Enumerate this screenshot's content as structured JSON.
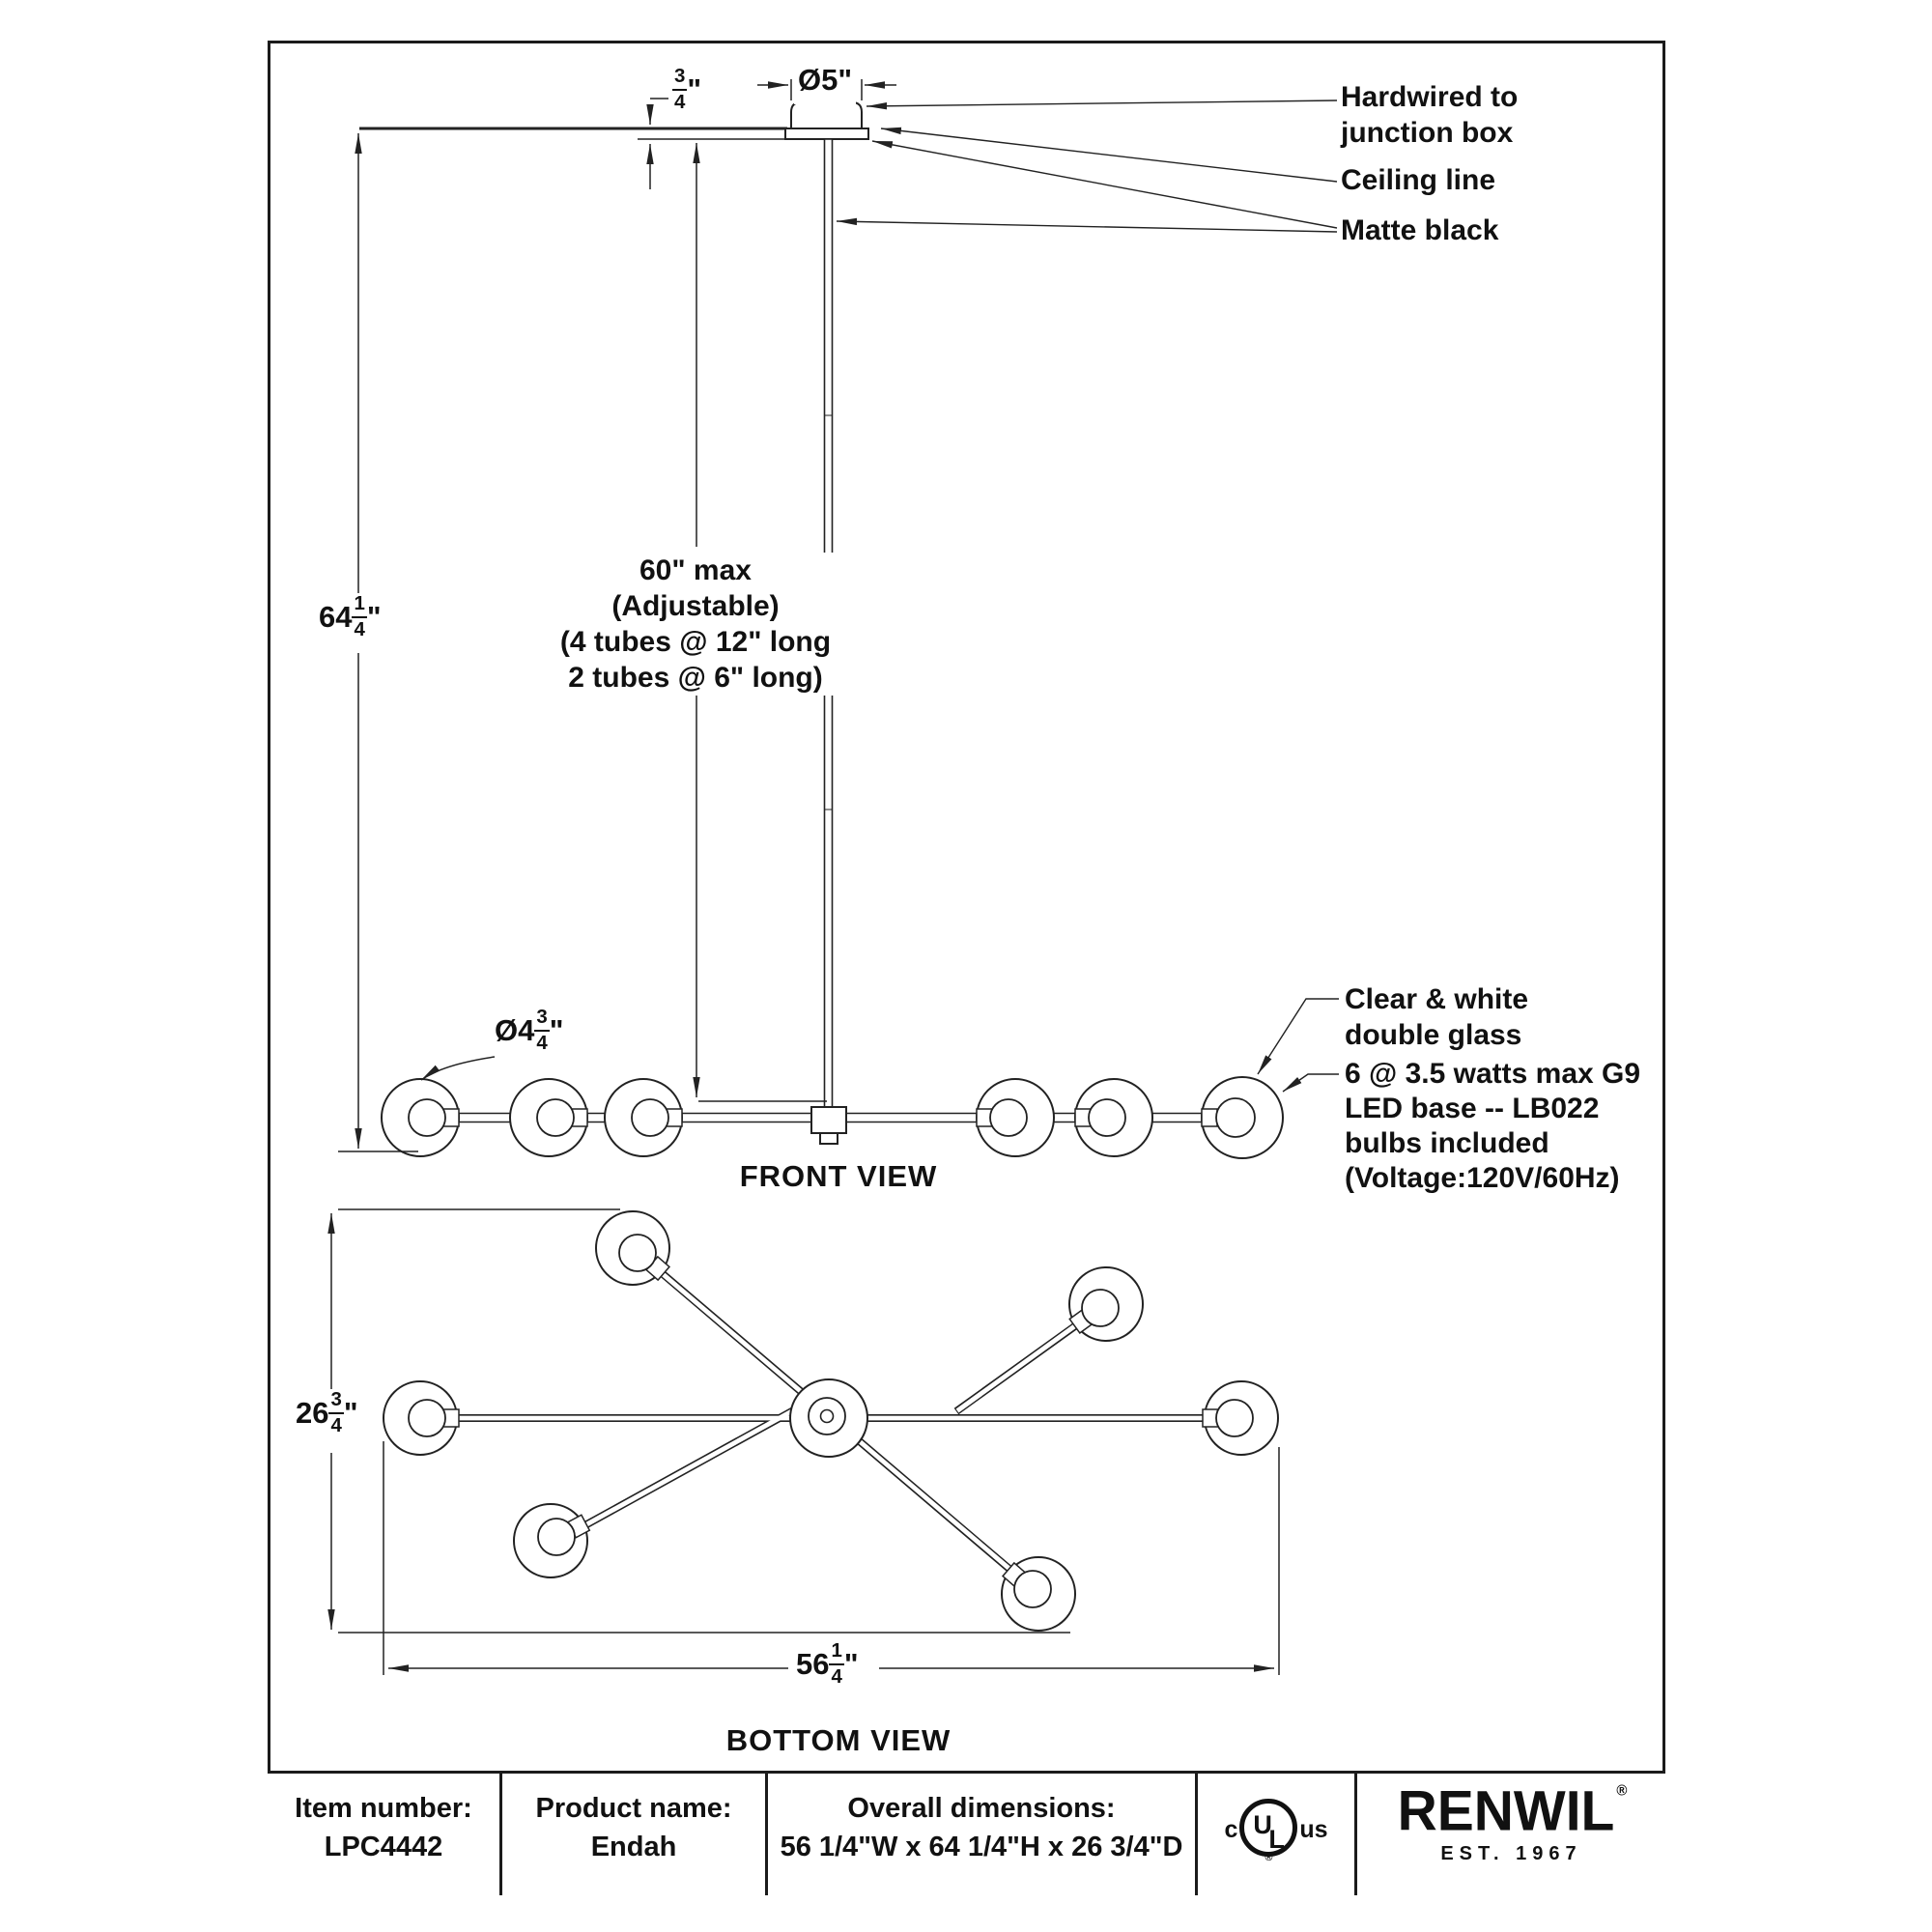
{
  "colors": {
    "ink": "#1a1a1a",
    "line": "#222222"
  },
  "drawing": {
    "callouts": {
      "hardwired_line1": "Hardwired to",
      "hardwired_line2": "junction box",
      "ceiling_line": "Ceiling line",
      "matte_black": "Matte black",
      "glass_line1": "Clear & white",
      "glass_line2": "double glass",
      "bulb_line1": "6 @ 3.5 watts max G9",
      "bulb_line2": "LED base -- LB022",
      "bulb_line3": "bulbs included",
      "bulb_line4": "(Voltage:120V/60Hz)",
      "rod_line1": "60\" max",
      "rod_line2": "(Adjustable)",
      "rod_line3": "(4 tubes @ 12\" long",
      "rod_line4": "2 tubes @ 6\" long)"
    },
    "dimensions": {
      "canopy_height": {
        "num": "3",
        "den": "4",
        "unit": "\""
      },
      "canopy_diameter": {
        "prefix": "Ø",
        "whole": "5",
        "unit": "\""
      },
      "overall_height": {
        "whole": "64",
        "num": "1",
        "den": "4",
        "unit": "\""
      },
      "globe_diameter": {
        "prefix": "Ø",
        "whole": "4",
        "num": "3",
        "den": "4",
        "unit": "\""
      },
      "overall_depth": {
        "whole": "26",
        "num": "3",
        "den": "4",
        "unit": "\""
      },
      "overall_width": {
        "whole": "56",
        "num": "1",
        "den": "4",
        "unit": "\""
      }
    },
    "view_labels": {
      "front": "FRONT VIEW",
      "bottom": "BOTTOM VIEW"
    }
  },
  "footer_table": {
    "item_label": "Item number:",
    "item_value": "LPC4442",
    "product_label": "Product name:",
    "product_value": "Endah",
    "dims_label": "Overall dimensions:",
    "dims_value": "56 1/4\"W x 64 1/4\"H x 26 3/4\"D"
  },
  "certification": {
    "c": "c",
    "ul_u": "U",
    "ul_l": "L",
    "us": "us",
    "reg": "®"
  },
  "brand": {
    "name": "RENWIL",
    "reg": "®",
    "est": "EST. 1967"
  }
}
